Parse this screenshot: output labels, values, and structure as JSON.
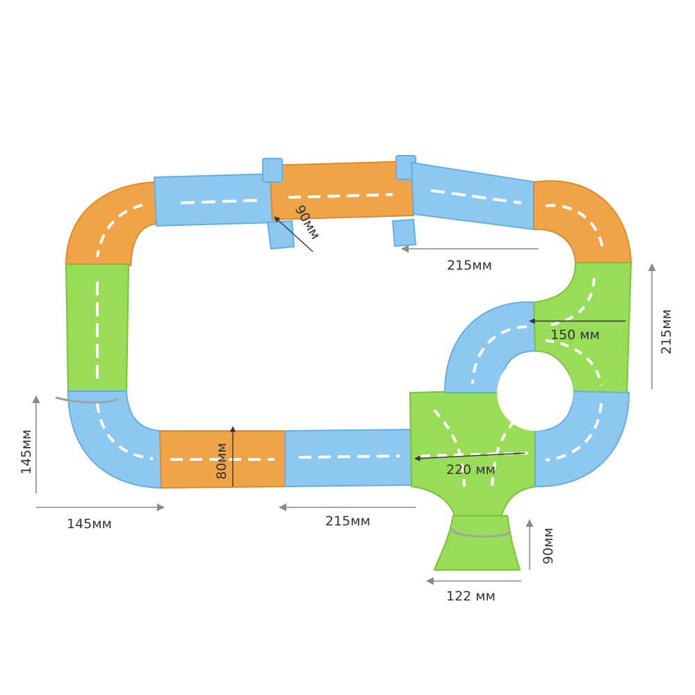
{
  "colors": {
    "orange": "#f0a347",
    "orange_dark": "#d98a2e",
    "blue": "#8cc8ef",
    "blue_dark": "#64aee0",
    "green": "#98dc58",
    "green_dark": "#79c23c",
    "slot": "#ffffff",
    "dim_gray": "#8a8a8a",
    "dim_dark": "#333333"
  },
  "dimensions": {
    "top_width": "215мм",
    "top_depth": "90мм",
    "right_height": "215мм",
    "circle_width": "150 мм",
    "cross_width": "220 мм",
    "left_height": "145мм",
    "left_width": "145мм",
    "bottom_width": "215мм",
    "straight_depth": "80мм",
    "ramp_height": "90мм",
    "ramp_width": "122 мм"
  }
}
